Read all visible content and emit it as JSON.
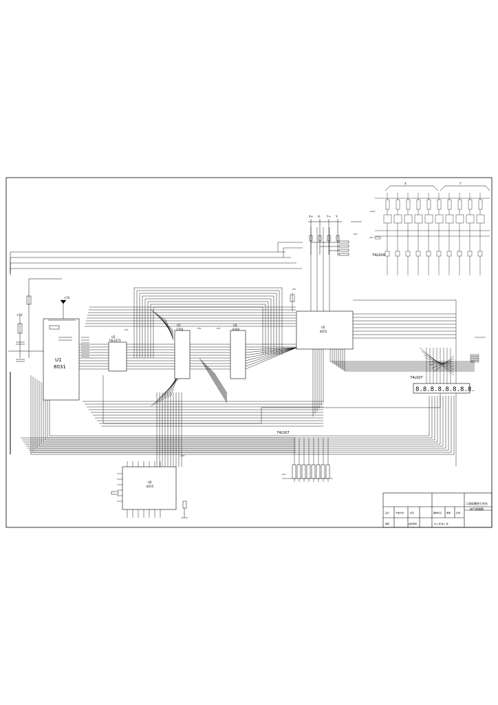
{
  "chips": {
    "u1_ref": "U1",
    "u1_part": "8031",
    "u2_ref": "U2",
    "u2_part": "74LS373",
    "u3_ref": "U3",
    "u3_part": "2764",
    "u4_ref": "U4",
    "u4_part": "6264",
    "u5_ref": "U5",
    "u5_part": "8255",
    "u6_ref": "U6",
    "u6_part": "8255",
    "inv_buffer": "74LS04",
    "driver_top": "74LS07",
    "driver_bottom": "74LS07"
  },
  "power": {
    "vcc": "+5V",
    "v12": "+12V"
  },
  "axes_terminals": [
    "X+",
    "X-",
    "Y+",
    "Y-"
  ],
  "axis_groups": [
    "X",
    "Y"
  ],
  "display": {
    "digits": "8.8.8.8.8.8.8.8."
  },
  "title_block": {
    "project_title": "二坐标数控工作台",
    "drawing_name": "电气原理图",
    "school": "宁波大学",
    "sheet_info": "共 2 张 第 1 张",
    "row_designer": "设计",
    "row_checker": "审核",
    "row_marks": "标记",
    "row_drawing_no": "图样标记",
    "row_weight": "重量",
    "row_scale": "比例",
    "row_seal": "指导老师"
  }
}
